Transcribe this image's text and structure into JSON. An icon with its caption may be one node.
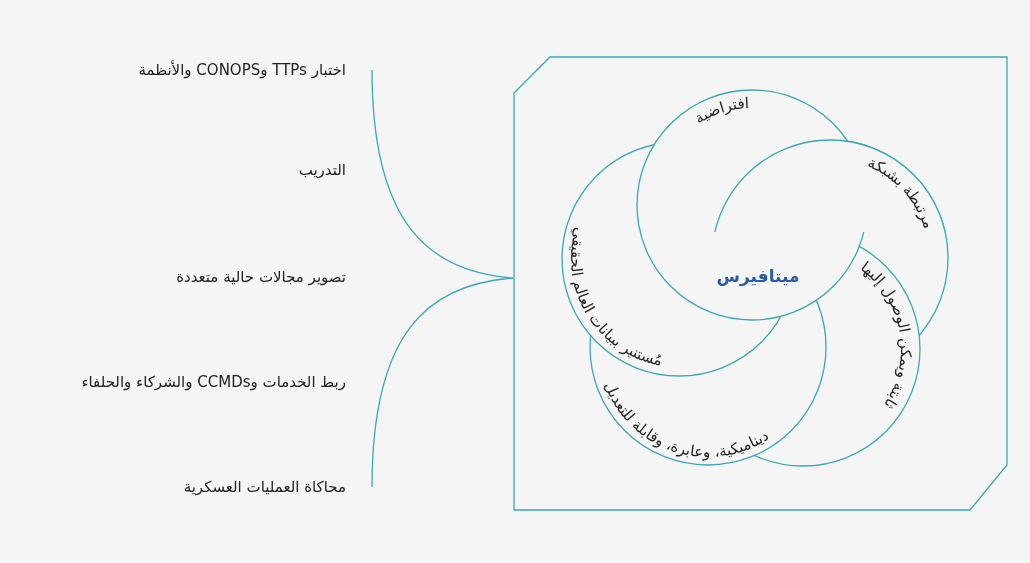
{
  "diagram": {
    "nodes": [
      {
        "text": [],
        "shape": "box"
      },
      {
        "text": [
          "افتراضية"
        ],
        "in": 0
      },
      {
        "text": [
          "مرتبطة بشبكة"
        ],
        "in": 0
      },
      {
        "text": [
          "مُستنير ببيانات العالم الحقيقي"
        ],
        "in": 0
      },
      {
        "text": [
          "ميتافيرس"
        ]
      },
      {
        "text": [
          "ثابتة ويمكن الوصول إليها"
        ],
        "in": 0
      },
      {
        "text": [
          "ديناميكية، وعابرة، وقابلة للتعديل"
        ],
        "in": 0
      }
    ],
    "labels": [
      "اختبار TTPs وCONOPS والأنظمة",
      "التدريب",
      "تصوير مجالات حالية متعددة",
      "ربط الخدمات وCCMDs والشركاء والحلفاء",
      "محاكاة العمليات العسكرية"
    ]
  }
}
